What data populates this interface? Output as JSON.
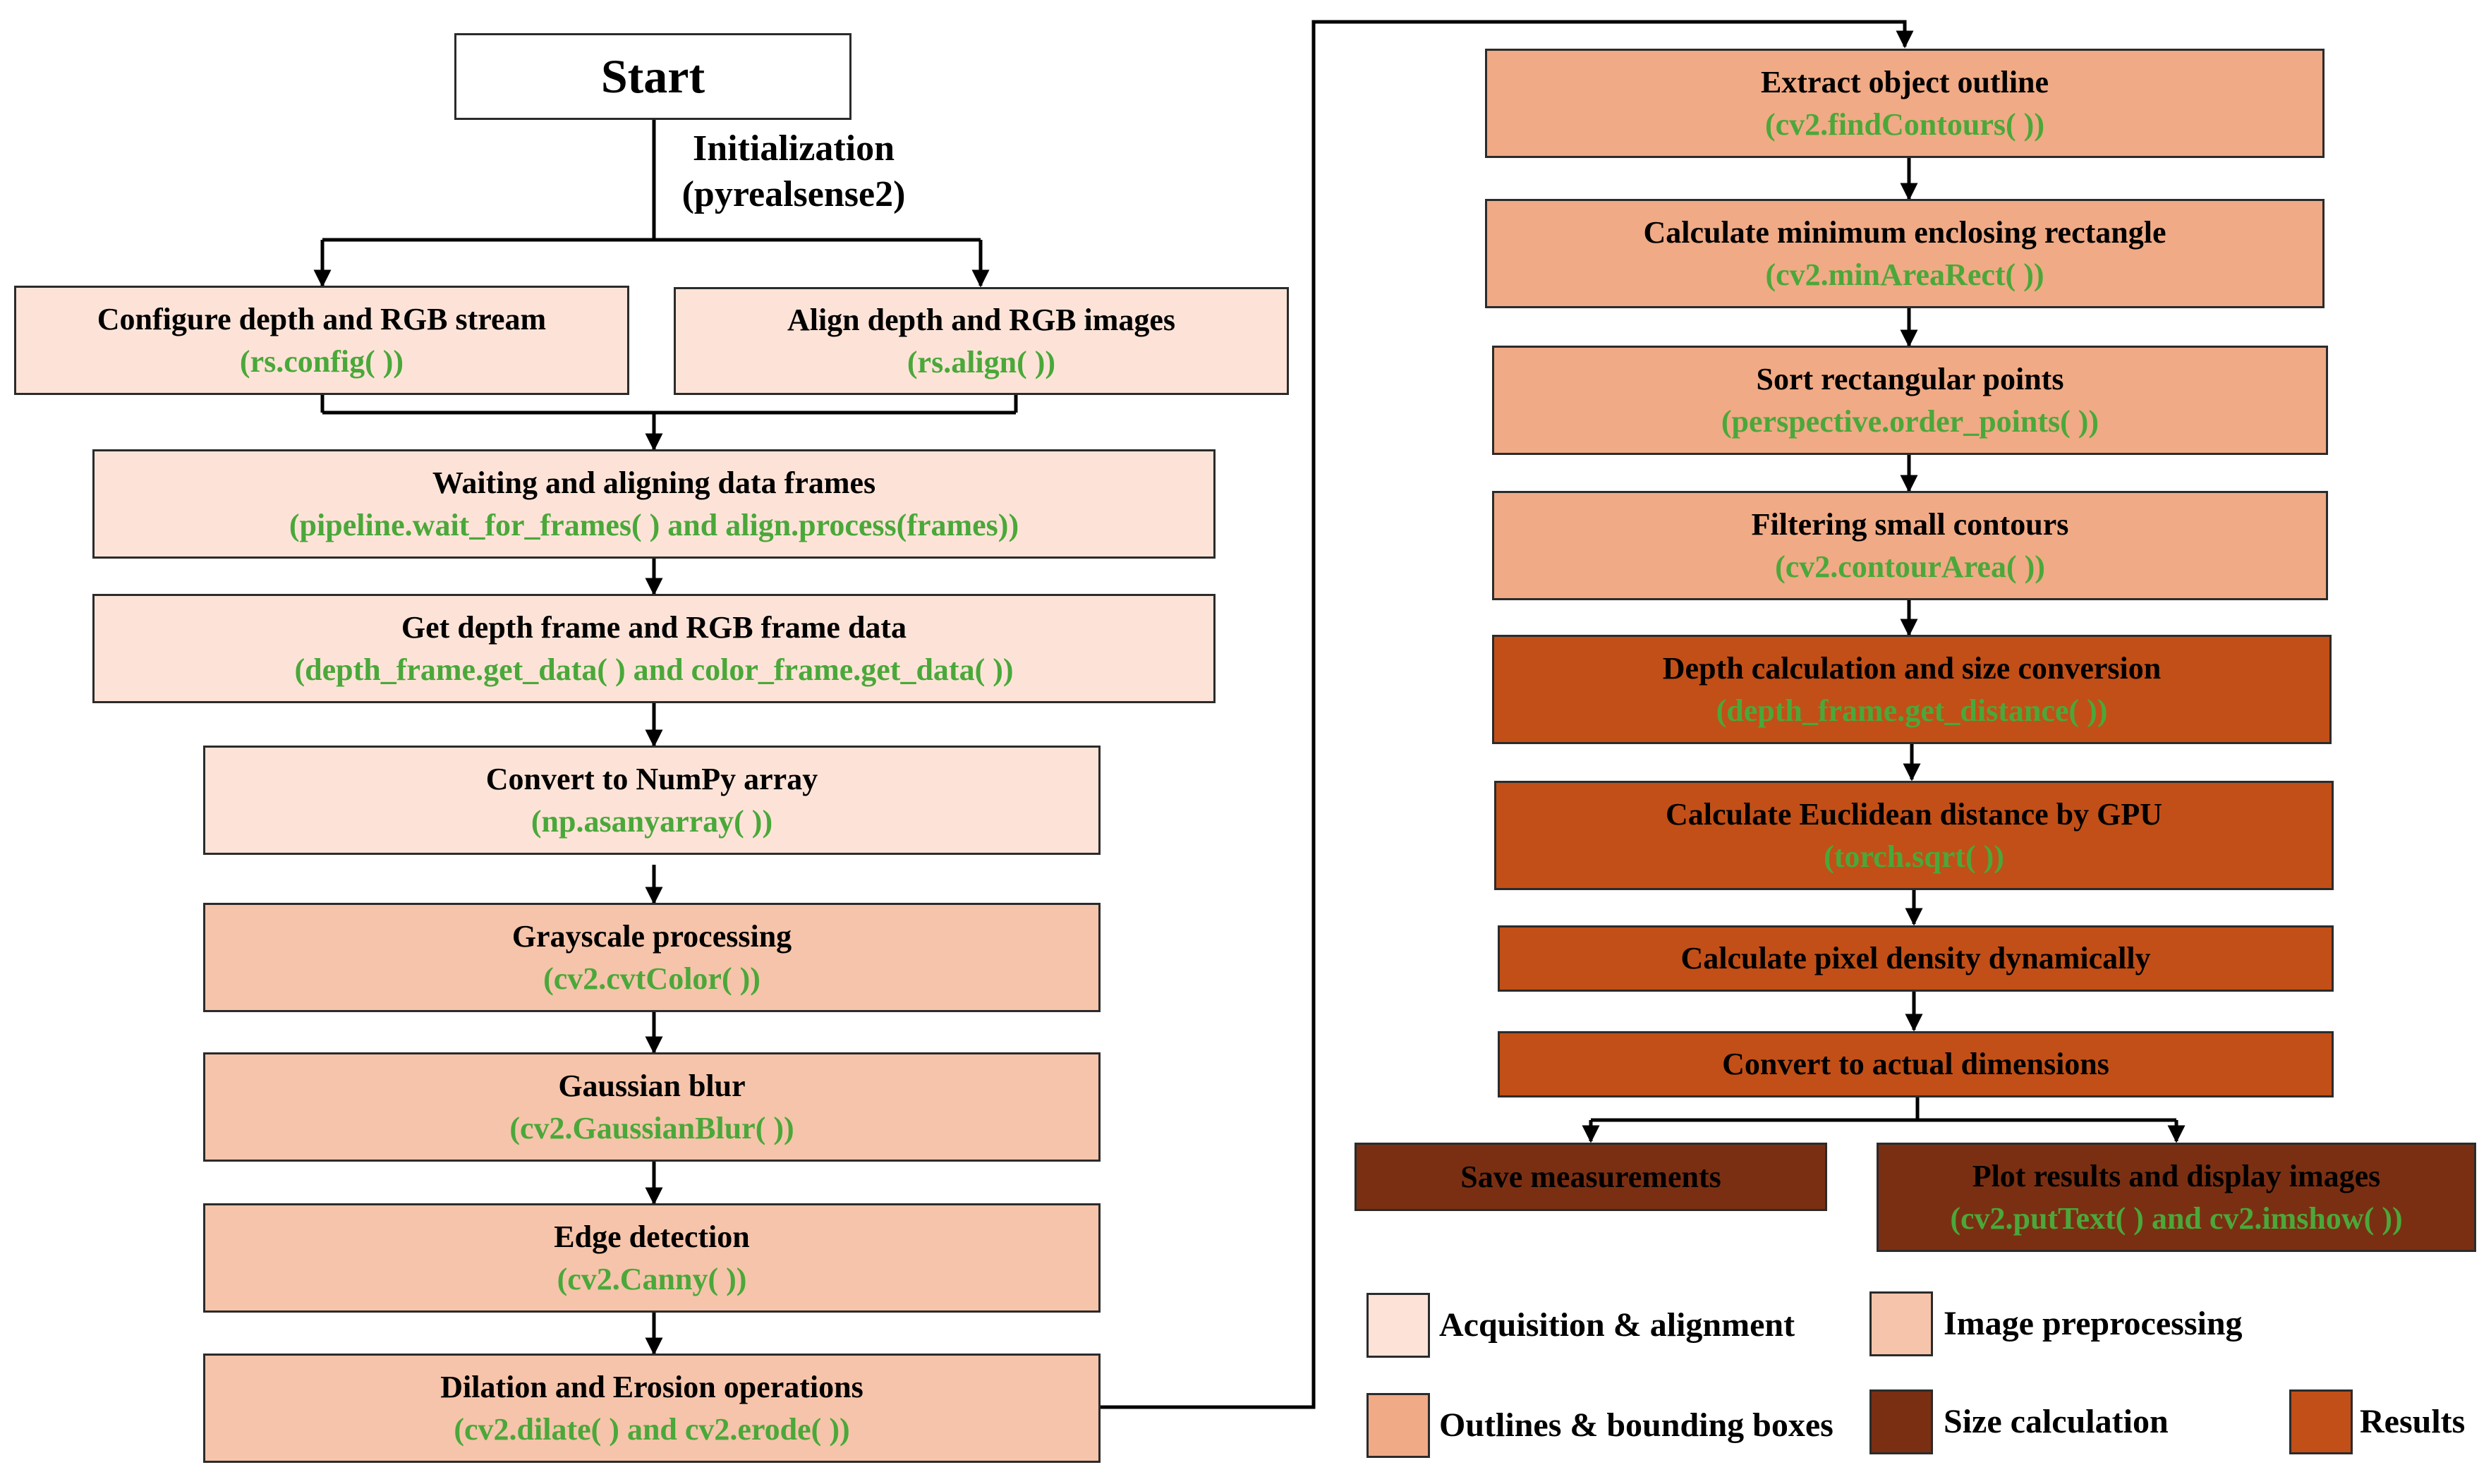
{
  "start": {
    "label": "Start"
  },
  "init": {
    "line1": "Initialization",
    "line2": "(pyrealsense2)"
  },
  "steps": [
    {
      "title": "Configure depth  and RGB stream",
      "code": "(rs.config( ))"
    },
    {
      "title": "Align depth and RGB images",
      "code": "(rs.align( ))"
    },
    {
      "title": "Waiting and aligning data frames",
      "code": "(pipeline.wait_for_frames( ) and align.process(frames))"
    },
    {
      "title": "Get depth frame and RGB frame data",
      "code": "(depth_frame.get_data( ) and color_frame.get_data( ))"
    },
    {
      "title": "Convert to NumPy array",
      "code": "(np.asanyarray( ))"
    },
    {
      "title": "Grayscale processing",
      "code": "(cv2.cvtColor( ))"
    },
    {
      "title": "Gaussian blur",
      "code": "(cv2.GaussianBlur( ))"
    },
    {
      "title": "Edge detection",
      "code": "(cv2.Canny( ))"
    },
    {
      "title": "Dilation and Erosion operations",
      "code": "(cv2.dilate( ) and cv2.erode( ))"
    },
    {
      "title": "Extract object outline",
      "code": "(cv2.findContours( ))"
    },
    {
      "title": "Calculate minimum enclosing rectangle",
      "code": "(cv2.minAreaRect( ))"
    },
    {
      "title": "Sort rectangular points",
      "code": "(perspective.order_points( ))"
    },
    {
      "title": "Filtering small contours",
      "code": "(cv2.contourArea( ))"
    },
    {
      "title": "Depth calculation and size conversion",
      "code": "(depth_frame.get_distance( ))"
    },
    {
      "title": "Calculate Euclidean distance by GPU",
      "code": "(torch.sqrt( ))"
    },
    {
      "title": "Calculate pixel density dynamically"
    },
    {
      "title": "Convert to actual dimensions"
    },
    {
      "title": "Save measurements"
    },
    {
      "title": "Plot results and display images",
      "code": "(cv2.putText( ) and cv2.imshow( ))"
    }
  ],
  "legend": [
    {
      "label": "Acquisition & alignment",
      "color": "#fde3d7"
    },
    {
      "label": "Image preprocessing",
      "color": "#f6c4aa"
    },
    {
      "label": "Outlines & bounding boxes",
      "color": "#f0aa85"
    },
    {
      "label": "Size calculation",
      "color": "#7b2f12"
    },
    {
      "label": "Results",
      "color": "#c24f17"
    }
  ],
  "colors": {
    "acquisition": "#fde3d7",
    "preprocessing": "#f6c4aa",
    "outlines": "#f0aa85",
    "results": "#c24f17",
    "size": "#7b2f12",
    "code_text": "#4aa83a"
  }
}
